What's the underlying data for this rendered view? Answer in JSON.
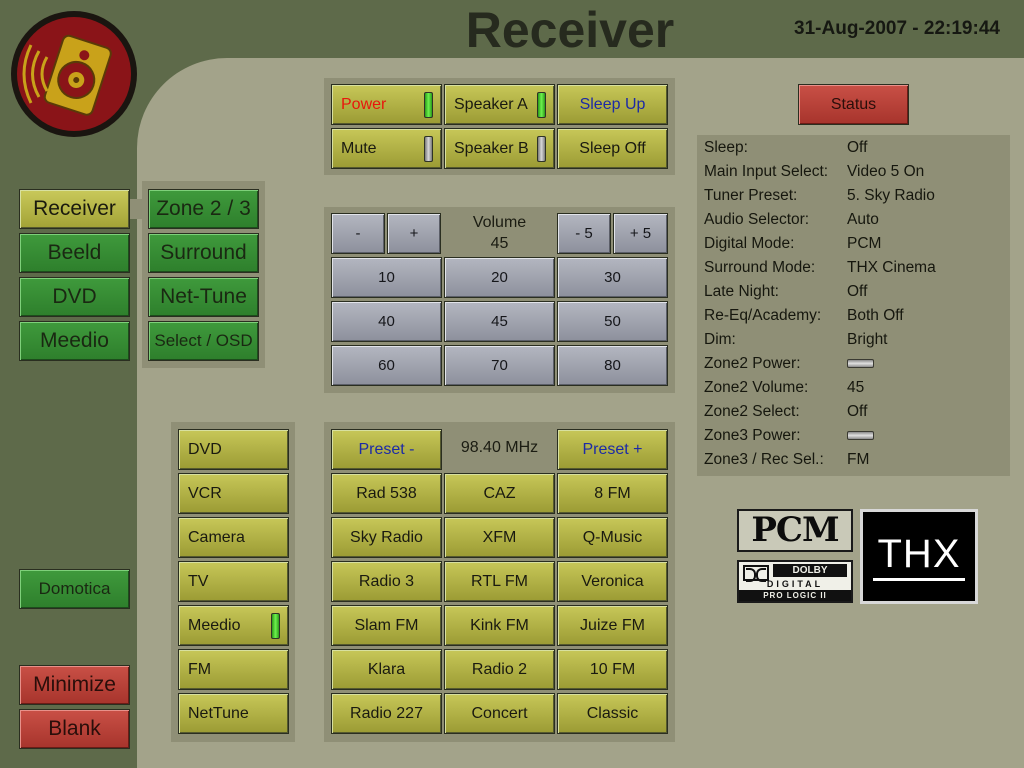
{
  "header": {
    "title": "Receiver",
    "datetime": "31-Aug-2007 - 22:19:44"
  },
  "colors": {
    "background": "#5e6a4a",
    "panel": "#a3a38a",
    "green_button": "#3f9a3c",
    "olive_button": "#c7c758",
    "gray_button": "#a0a3ae",
    "red_button": "#c04a40",
    "indicator_on": "#48d030"
  },
  "nav": {
    "main": [
      "Receiver",
      "Beeld",
      "DVD",
      "Meedio"
    ],
    "sub": [
      "Zone 2 / 3",
      "Surround",
      "Net-Tune",
      "Select / OSD"
    ],
    "domotica": "Domotica",
    "minimize": "Minimize",
    "blank": "Blank"
  },
  "power_panel": {
    "power": "Power",
    "speaker_a": "Speaker A",
    "sleep_up": "Sleep Up",
    "mute": "Mute",
    "speaker_b": "Speaker B",
    "sleep_off": "Sleep Off"
  },
  "volume": {
    "minus": "-",
    "plus": "+",
    "label": "Volume",
    "value": "45",
    "minus5": "- 5",
    "plus5": "+ 5",
    "presets": [
      "10",
      "20",
      "30",
      "40",
      "45",
      "50",
      "60",
      "70",
      "80"
    ]
  },
  "sources": [
    "DVD",
    "VCR",
    "Camera",
    "TV",
    "Meedio",
    "FM",
    "NetTune"
  ],
  "tuner": {
    "preset_minus": "Preset -",
    "frequency": "98.40 MHz",
    "preset_plus": "Preset +",
    "stations": [
      "Rad 538",
      "CAZ",
      "8 FM",
      "Sky Radio",
      "XFM",
      "Q-Music",
      "Radio 3",
      "RTL FM",
      "Veronica",
      "Slam FM",
      "Kink FM",
      "Juize FM",
      "Klara",
      "Radio 2",
      "10 FM",
      "Radio 227",
      "Concert",
      "Classic"
    ]
  },
  "status": {
    "button": "Status",
    "rows": [
      {
        "key": "Sleep:",
        "value": "Off"
      },
      {
        "key": "Main Input Select:",
        "value": "Video 5 On"
      },
      {
        "key": "Tuner Preset:",
        "value": "5. Sky Radio"
      },
      {
        "key": "Audio Selector:",
        "value": "Auto"
      },
      {
        "key": "Digital Mode:",
        "value": "PCM"
      },
      {
        "key": "Surround Mode:",
        "value": "THX Cinema"
      },
      {
        "key": "Late Night:",
        "value": "Off"
      },
      {
        "key": "Re-Eq/Academy:",
        "value": "Both Off"
      },
      {
        "key": "Dim:",
        "value": "Bright"
      },
      {
        "key": "Zone2 Power:",
        "value": ""
      },
      {
        "key": "Zone2 Volume:",
        "value": "45"
      },
      {
        "key": "Zone2 Select:",
        "value": "Off"
      },
      {
        "key": "Zone3 Power:",
        "value": ""
      },
      {
        "key": "Zone3 / Rec Sel.:",
        "value": "FM"
      }
    ]
  },
  "logos": {
    "pcm": "PCM",
    "dolby": "DOLBY",
    "digital": "DIGITAL",
    "pro_logic": "PRO LOGIC II",
    "thx": "THX"
  }
}
